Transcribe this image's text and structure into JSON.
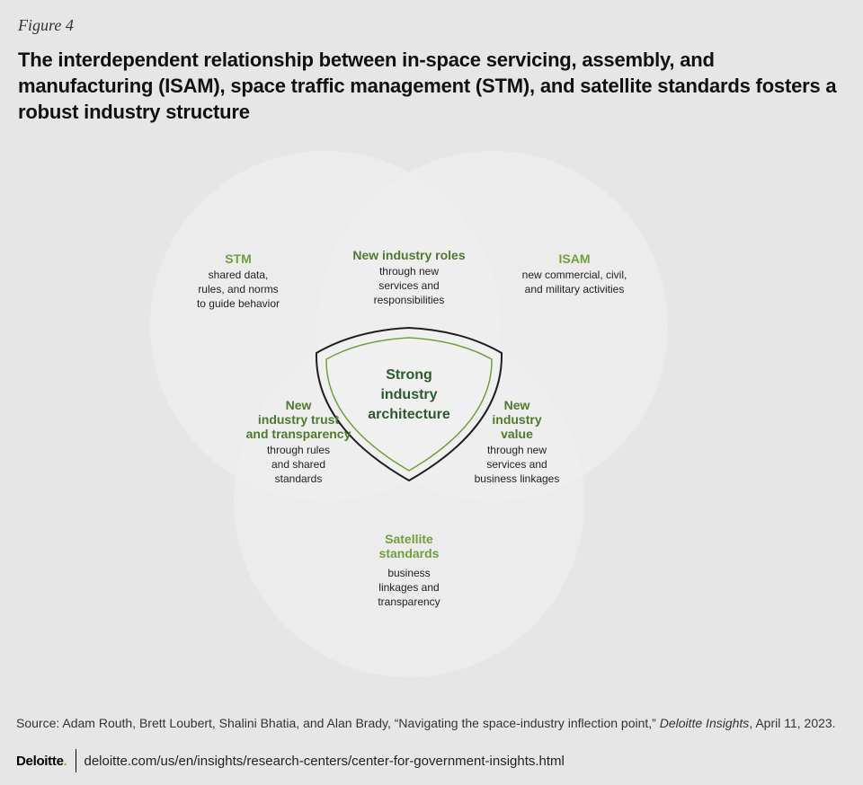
{
  "figure_label": "Figure 4",
  "title": "The interdependent relationship between in-space servicing, assembly, and manufacturing (ISAM), space traffic management (STM), and satellite standards fosters a robust industry structure",
  "colors": {
    "background": "#e6e6e6",
    "circle_fill": "#f0f0f0",
    "accent_green": "#6fa03c",
    "dark_green": "#2d5a2d",
    "brand_green": "#86bc25"
  },
  "circles": {
    "stm": {
      "title": "STM",
      "line1": "shared data,",
      "line2": "rules, and norms",
      "line3": "to guide behavior"
    },
    "isam": {
      "title": "ISAM",
      "line1": "new commercial, civil,",
      "line2": "and military activities"
    },
    "satellite": {
      "title_line1": "Satellite",
      "title_line2": "standards",
      "line1": "business",
      "line2": "linkages and",
      "line3": "transparency"
    }
  },
  "overlaps": {
    "roles": {
      "title": "New industry roles",
      "line1": "through new",
      "line2": "services and",
      "line3": "responsibilities"
    },
    "trust": {
      "title_line1": "New",
      "title_line2": "industry trust",
      "title_line3": "and transparency",
      "line1": "through rules",
      "line2": "and shared",
      "line3": "standards"
    },
    "value": {
      "title_line1": "New",
      "title_line2": "industry",
      "title_line3": "value",
      "line1": "through new",
      "line2": "services and",
      "line3": "business linkages"
    }
  },
  "center": {
    "line1": "Strong",
    "line2": "industry",
    "line3": "architecture"
  },
  "source": {
    "prefix": "Source: Adam Routh, Brett Loubert, Shalini Bhatia, and Alan Brady, “Navigating the space-industry inflection point,” ",
    "publication": "Deloitte Insights",
    "suffix": ", April 11, 2023."
  },
  "footer": {
    "logo": "Deloitte",
    "logo_dot": ".",
    "url": "deloitte.com/us/en/insights/research-centers/center-for-government-insights.html"
  }
}
